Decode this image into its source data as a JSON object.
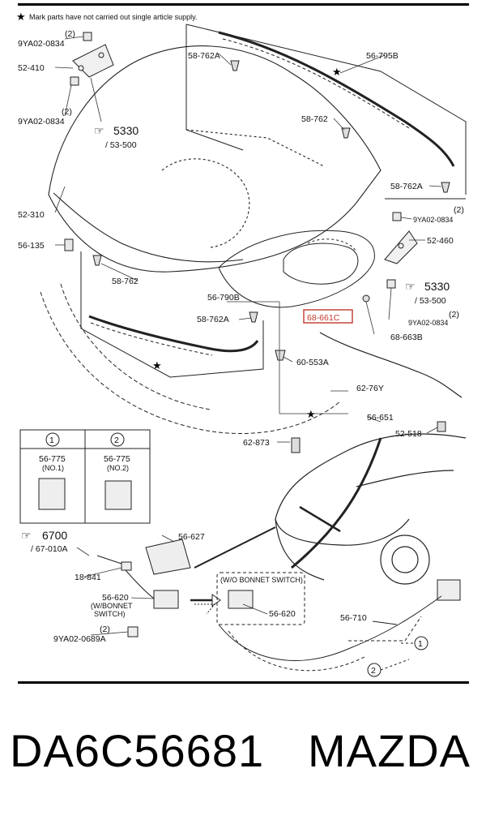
{
  "note": "Mark parts have not carried out single article supply.",
  "labels": {
    "bolt_top_qty": "(2)",
    "bolt_top": "9YA02-0834",
    "hinge_left": "52-410",
    "bolt_mid_qty": "(2)",
    "bolt_mid": "9YA02-0834",
    "ref_5330_left": "5330",
    "ref_53500_left": "/ 53-500",
    "bonnet": "52-310",
    "bumper_56135": "56-135",
    "seal_58762A_top": "58-762A",
    "seal_56795B": "56-795B",
    "seal_58762_mid": "58-762",
    "seal_58762A_right": "58-762A",
    "bolt_right_qty": "(2)",
    "bolt_right": "9YA02-0834",
    "hinge_right": "52-460",
    "ref_5330_right": "5330",
    "ref_53500_right": "/ 53-500",
    "bolt_right2_qty": "(2)",
    "bolt_right2": "9YA02-0834",
    "seal_58762_left": "58-762",
    "seal_56790B": "56-790B",
    "seal_58762A_low": "58-762A",
    "insulator_red": "68-661C",
    "clip_68663B": "68-663B",
    "clip_60553A": "60-553A",
    "rod_6276Y": "62-76Y",
    "rod_56651": "56-651",
    "stay_52518": "52-518",
    "grommet_62873": "62-873",
    "opt1_num": "1",
    "opt2_num": "2",
    "opt1_part": "56-775",
    "opt1_sub": "(NO.1)",
    "opt2_part": "56-775",
    "opt2_sub": "(NO.2)",
    "ref_6700": "6700",
    "ref_67010A": "/ 67-010A",
    "latch_cover": "56-627",
    "connector": "18-841",
    "latch_with": "56-620",
    "latch_with_note1": "(W/BONNET",
    "latch_with_note2": "SWITCH)",
    "latch_without_note": "(W/O BONNET SWITCH)",
    "latch_without": "56-620",
    "bolt_latch_qty": "(2)",
    "bolt_latch": "9YA02-0689A",
    "cable": "56-710",
    "callout_1": "1",
    "callout_2": "2"
  },
  "caption": {
    "part_number": "DA6C56681",
    "brand": "MAZDA"
  },
  "colors": {
    "highlight": "#c0392b",
    "line": "#222222"
  }
}
